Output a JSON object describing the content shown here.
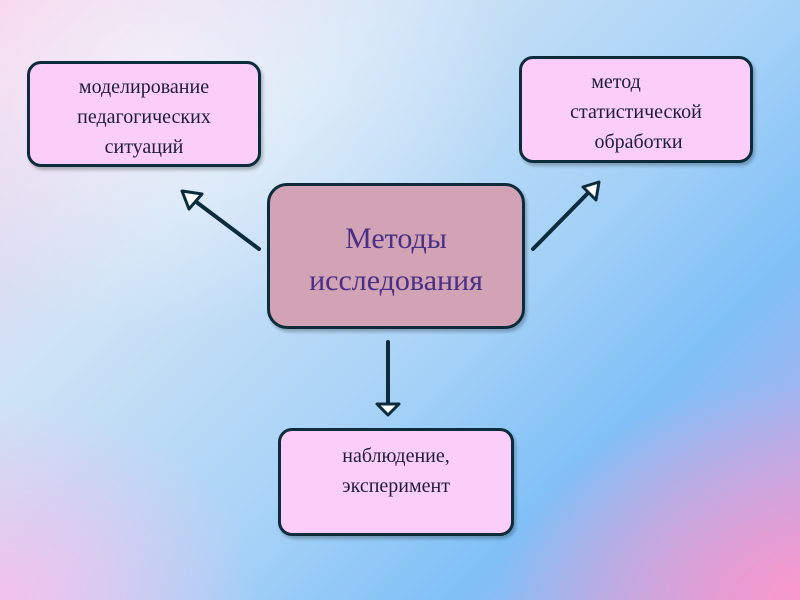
{
  "diagram": {
    "center": {
      "lines": [
        "Методы",
        "исследования"
      ]
    },
    "left": {
      "lines": [
        "моделирование",
        "педагогических",
        "ситуаций"
      ]
    },
    "right": {
      "lines": [
        "метод",
        "статистической",
        "обработки"
      ]
    },
    "bottom": {
      "lines": [
        "наблюдение,",
        "эксперимент"
      ]
    }
  },
  "colors": {
    "center_fill": "#d2a3b5",
    "center_text": "#4a2f86",
    "node_fill": "#fbcdf9",
    "border": "#0c2b3b",
    "arrow_fill": "#ffffff"
  }
}
